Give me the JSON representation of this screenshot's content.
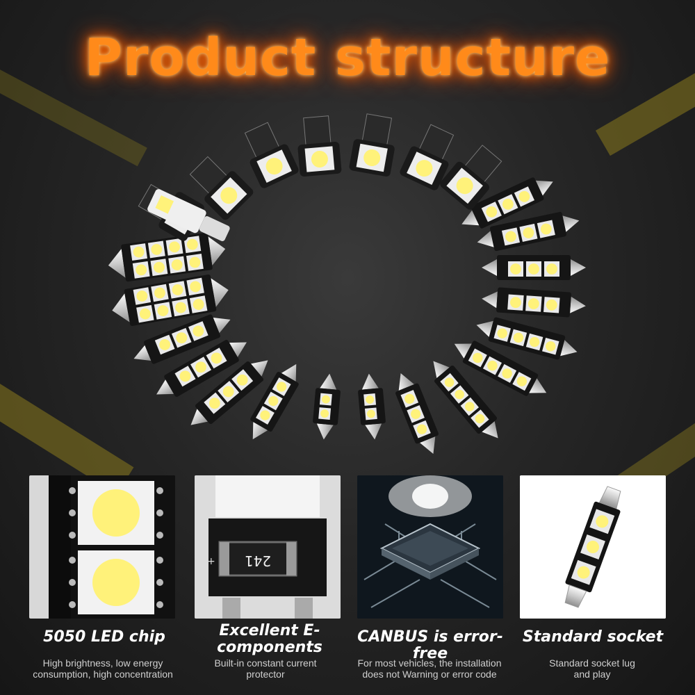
{
  "title": "Product structure",
  "features": [
    {
      "title": "5050 LED chip",
      "desc": "High brightness, low energy consumption, high concentration",
      "icon": "led-chip-photo"
    },
    {
      "title": "Excellent E-components",
      "desc": "Built-in constant current protector",
      "icon": "resistor-photo",
      "chip_text": "241"
    },
    {
      "title": "CANBUS is error-free",
      "desc": "For most vehicles, the installation does not Warning or error code",
      "icon": "processor-chip-photo"
    },
    {
      "title": "Standard socket",
      "desc": "Standard socket lug and play",
      "icon": "festoon-bulb-photo"
    }
  ],
  "colors": {
    "title": "#ff8a1a",
    "stripe": "#8a7a1e",
    "led": "#fff27a",
    "background": "#1c1c1c"
  }
}
